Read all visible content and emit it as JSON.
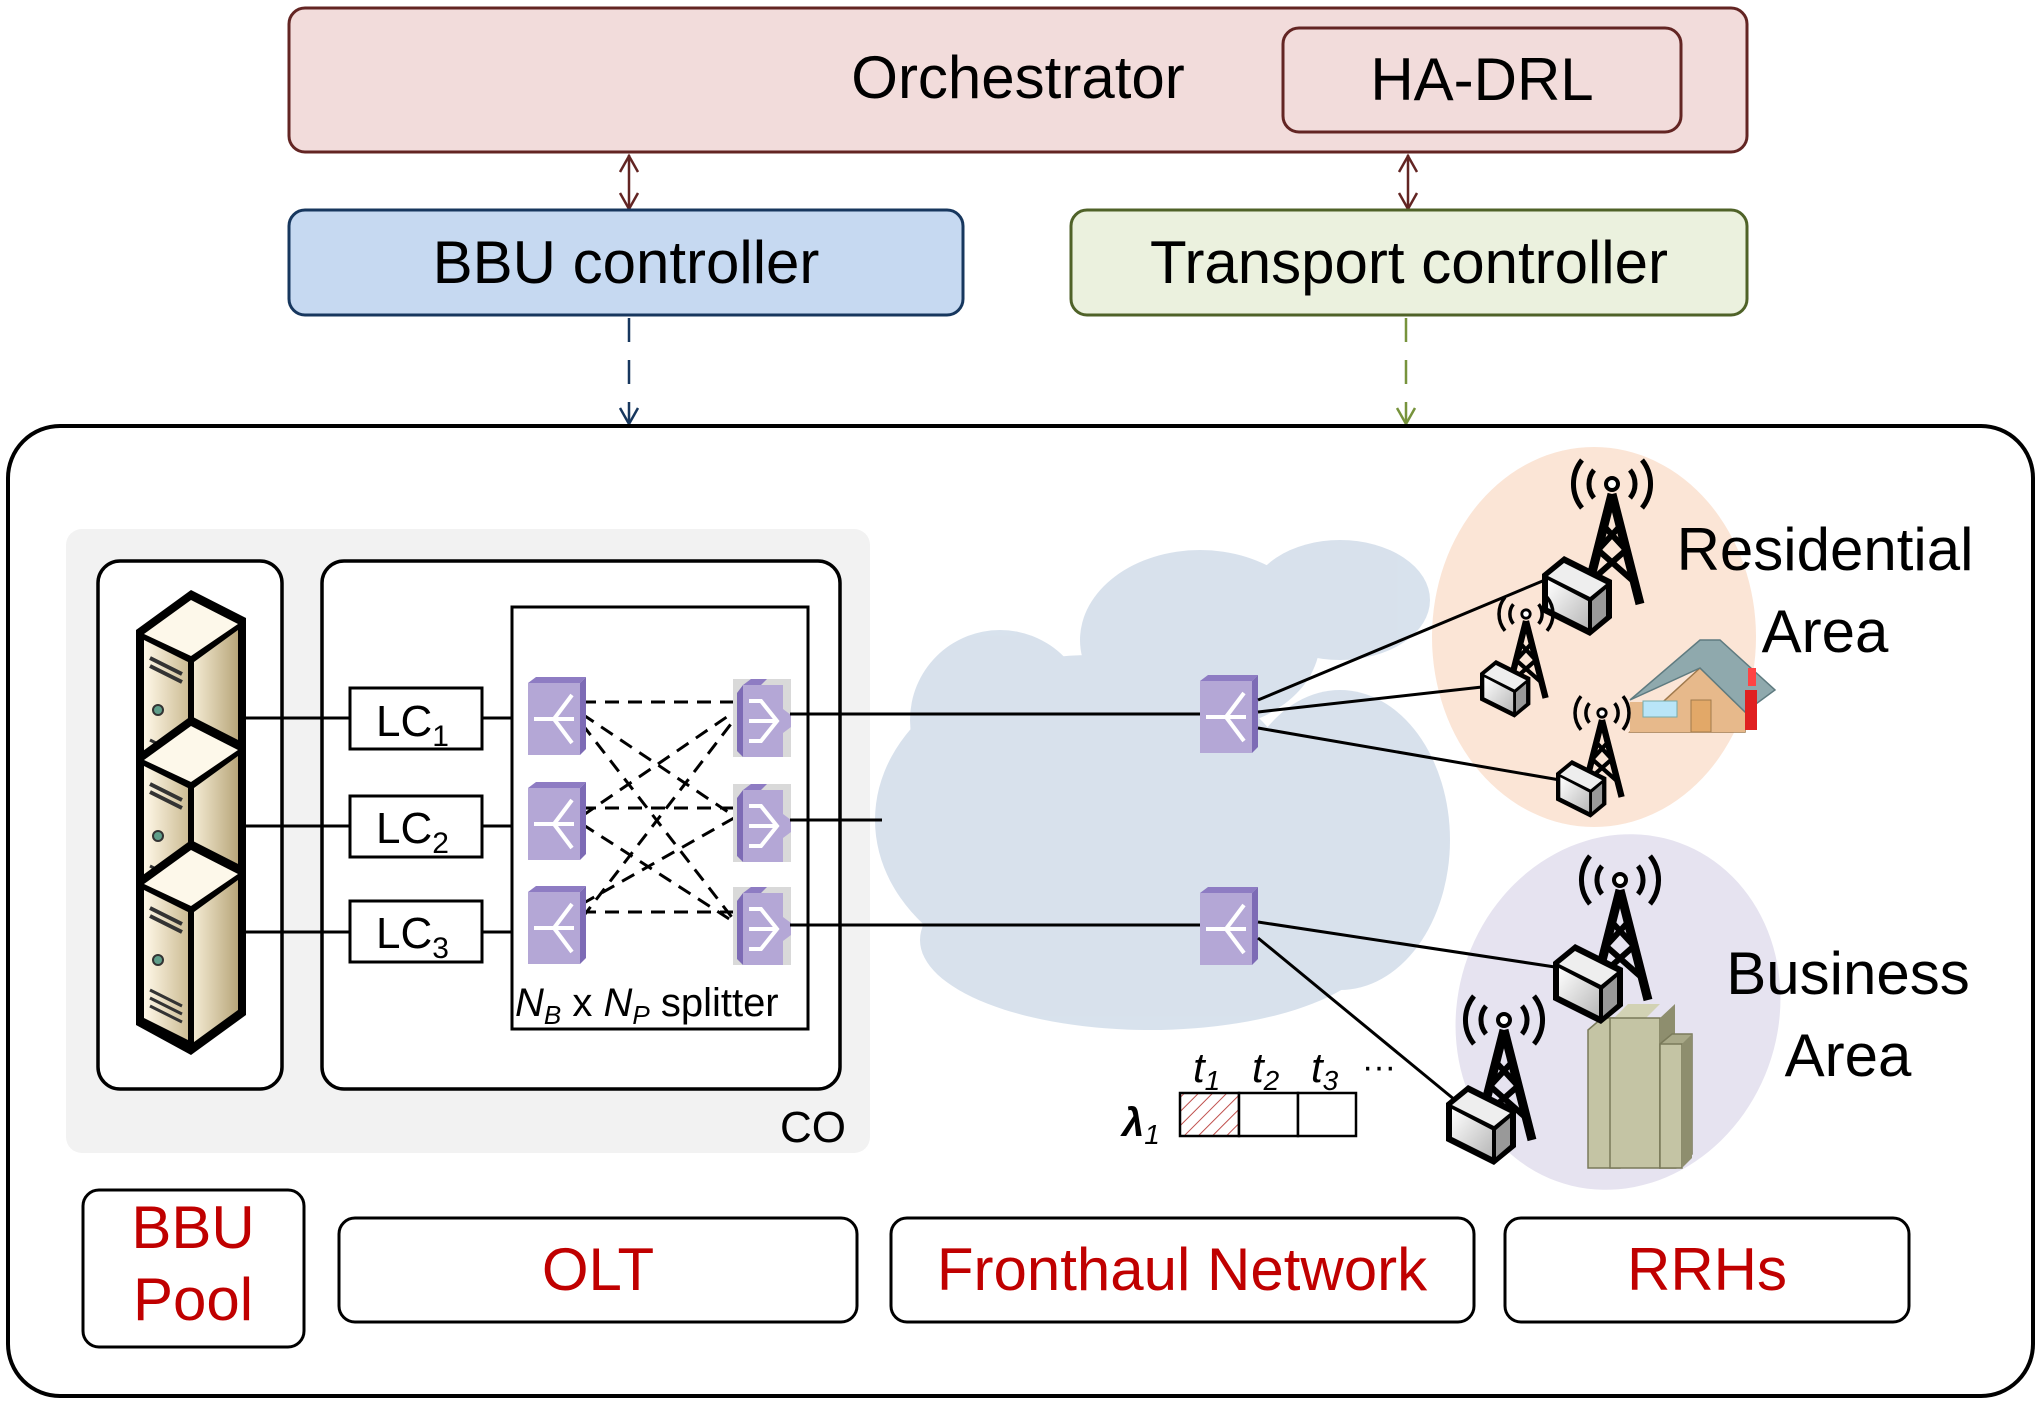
{
  "control_plane": {
    "orchestrator": {
      "label": "Orchestrator",
      "fill": "#f2dcdb",
      "stroke": "#632523"
    },
    "ha_drl": {
      "label": "HA-DRL"
    },
    "bbu_controller": {
      "label": "BBU controller",
      "fill": "#c6d9f1",
      "stroke": "#17375e"
    },
    "transport_controller": {
      "label": "Transport controller",
      "fill": "#ebf1de",
      "stroke": "#4f6228"
    }
  },
  "central_office": {
    "label": "CO",
    "line_cards": [
      {
        "name": "LC",
        "sub": "1"
      },
      {
        "name": "LC",
        "sub": "2"
      },
      {
        "name": "LC",
        "sub": "3"
      }
    ],
    "splitter": {
      "nb": "N",
      "nb_sub": "B",
      "x": " x ",
      "np": "N",
      "np_sub": "P",
      "suffix": " splitter"
    }
  },
  "timeslots": {
    "wavelength": "λ",
    "wavelength_sub": "1",
    "slots": [
      {
        "t": "t",
        "sub": "1",
        "occupied": true
      },
      {
        "t": "t",
        "sub": "2",
        "occupied": false
      },
      {
        "t": "t",
        "sub": "3",
        "occupied": false
      }
    ],
    "ellipsis": "···"
  },
  "areas": {
    "residential": {
      "line1": "Residential",
      "line2": "Area",
      "fill": "#fbe5d6"
    },
    "business": {
      "line1": "Business",
      "line2": "Area",
      "fill": "#e6e3f0"
    }
  },
  "legend": {
    "bbu_pool": {
      "line1": "BBU",
      "line2": "Pool"
    },
    "olt": "OLT",
    "fronthaul": "Fronthaul Network",
    "rrhs": "RRHs",
    "color": "#c00000"
  }
}
